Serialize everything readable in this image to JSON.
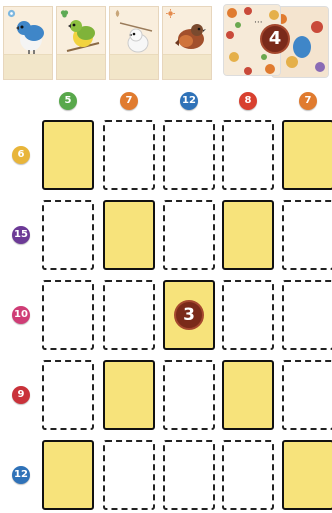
{
  "hand_cards": [
    {
      "name": "bluebird",
      "suit": "flower",
      "suit_color": "#7db7df"
    },
    {
      "name": "green-warbler",
      "suit": "clover",
      "suit_color": "#5eaa55"
    },
    {
      "name": "white-chickadee",
      "suit": "leaf",
      "suit_color": "#c8a67a"
    },
    {
      "name": "robin",
      "suit": "sun",
      "suit_color": "#e48a4c"
    }
  ],
  "deck": {
    "count": "4"
  },
  "column_targets": [
    {
      "value": "5",
      "color": "#58a84b"
    },
    {
      "value": "7",
      "color": "#e07b2f"
    },
    {
      "value": "12",
      "color": "#2f72b8"
    },
    {
      "value": "8",
      "color": "#d8402f"
    },
    {
      "value": "7",
      "color": "#e07b2f"
    }
  ],
  "row_targets": [
    {
      "value": "6",
      "color": "#e8b53a"
    },
    {
      "value": "15",
      "color": "#6c3a96"
    },
    {
      "value": "10",
      "color": "#cf3d76"
    },
    {
      "value": "9",
      "color": "#c9323a"
    },
    {
      "value": "12",
      "color": "#2f72b8"
    }
  ],
  "grid": [
    [
      {
        "filled": true,
        "marker": ""
      },
      {
        "filled": false,
        "marker": ""
      },
      {
        "filled": false,
        "marker": ""
      },
      {
        "filled": false,
        "marker": ""
      },
      {
        "filled": true,
        "marker": ""
      }
    ],
    [
      {
        "filled": false,
        "marker": ""
      },
      {
        "filled": true,
        "marker": ""
      },
      {
        "filled": false,
        "marker": ""
      },
      {
        "filled": true,
        "marker": ""
      },
      {
        "filled": false,
        "marker": ""
      }
    ],
    [
      {
        "filled": false,
        "marker": ""
      },
      {
        "filled": false,
        "marker": ""
      },
      {
        "filled": true,
        "marker": "3"
      },
      {
        "filled": false,
        "marker": ""
      },
      {
        "filled": false,
        "marker": ""
      }
    ],
    [
      {
        "filled": false,
        "marker": ""
      },
      {
        "filled": true,
        "marker": ""
      },
      {
        "filled": false,
        "marker": ""
      },
      {
        "filled": true,
        "marker": ""
      },
      {
        "filled": false,
        "marker": ""
      }
    ],
    [
      {
        "filled": true,
        "marker": ""
      },
      {
        "filled": false,
        "marker": ""
      },
      {
        "filled": false,
        "marker": ""
      },
      {
        "filled": false,
        "marker": ""
      },
      {
        "filled": true,
        "marker": ""
      }
    ]
  ]
}
